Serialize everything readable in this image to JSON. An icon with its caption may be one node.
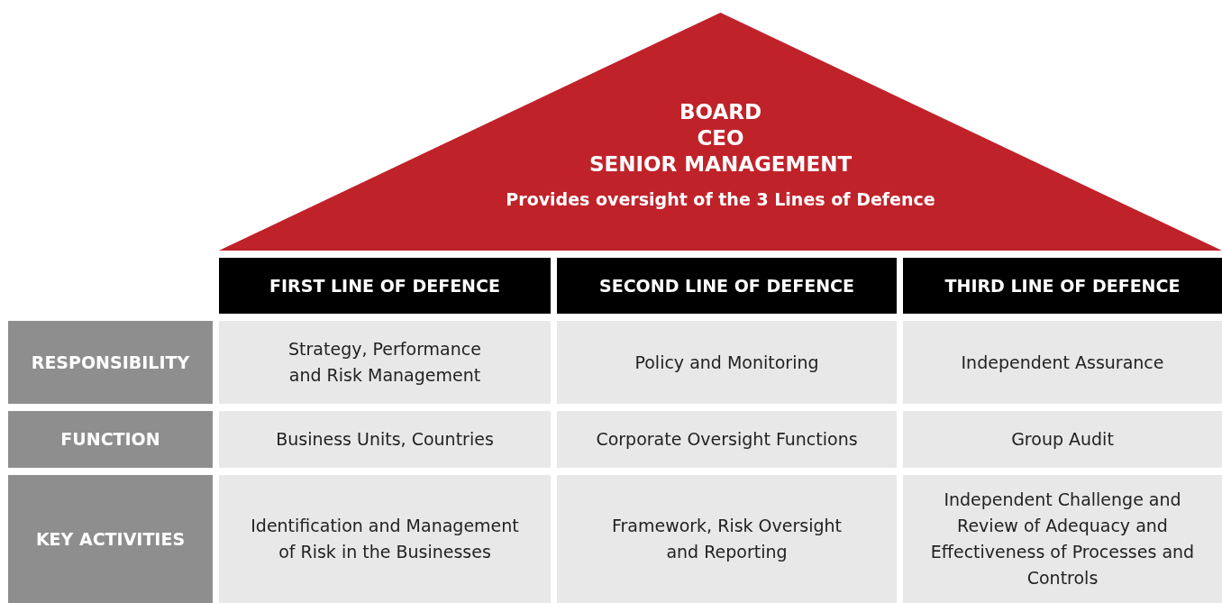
{
  "diagram": {
    "nodes": [
      {
        "text": [
          "BOARD",
          "CEO",
          "SENIOR MANAGEMENT",
          "Provides oversight of the 3 Lines of Defence"
        ]
      },
      {
        "text": [
          "FIRST LINE OF DEFENCE"
        ]
      },
      {
        "text": [
          "SECOND LINE OF DEFENCE"
        ]
      },
      {
        "text": [
          "THIRD LINE OF DEFENCE"
        ]
      },
      {
        "text": [
          "RESPONSIBILITY"
        ]
      },
      {
        "text": [
          "Strategy, Performance and Risk Management"
        ]
      },
      {
        "text": [
          "Policy and Monitoring"
        ]
      },
      {
        "text": [
          "Independent Assurance"
        ]
      },
      {
        "text": [
          "FUNCTION"
        ]
      },
      {
        "text": [
          "Business Units, Countries"
        ]
      },
      {
        "text": [
          "Corporate Oversight Functions"
        ]
      },
      {
        "text": [
          "Group Audit"
        ]
      },
      {
        "text": [
          "KEY ACTIVITIES"
        ]
      },
      {
        "text": [
          "Identification and Management of Risk in the Businesses"
        ]
      },
      {
        "text": [
          "Framework, Risk Oversight and Reporting"
        ]
      },
      {
        "text": [
          "Independent Challenge and Review of Adequacy and Effectiveness of Processes and Controls"
        ]
      }
    ]
  }
}
